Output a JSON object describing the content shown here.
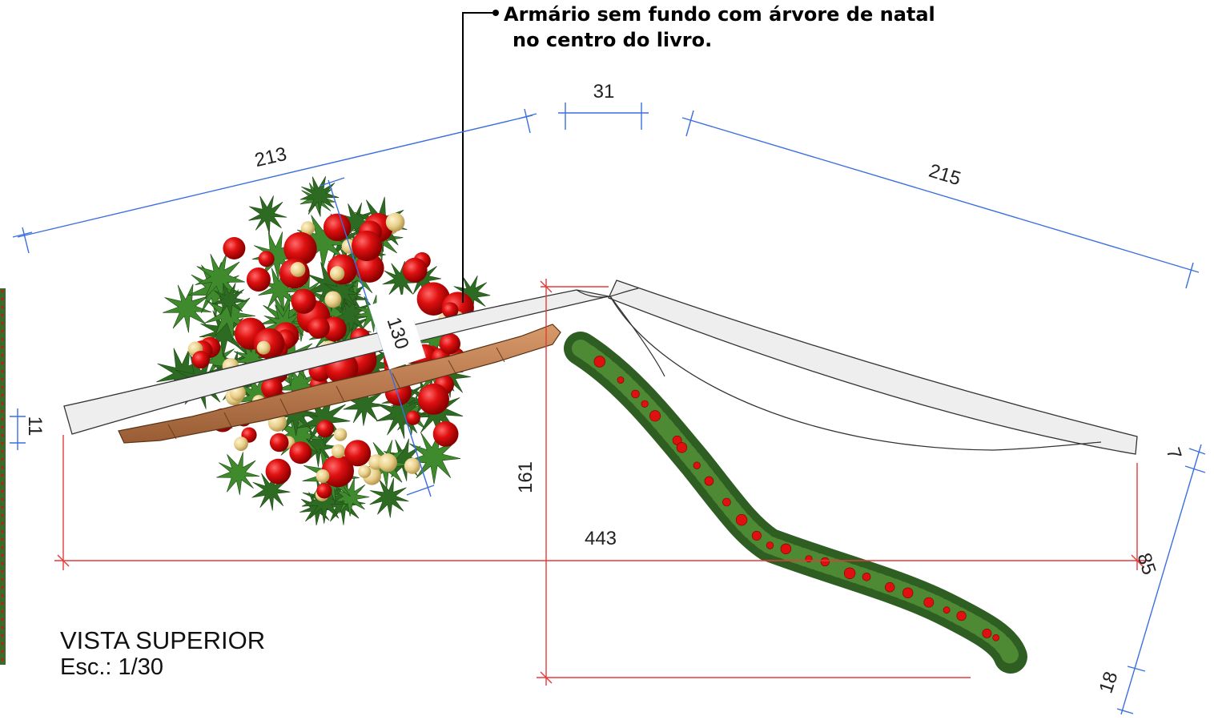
{
  "annotation": {
    "line1": "Armário sem fundo com árvore de natal",
    "line2": "no centro do livro."
  },
  "dimensions": {
    "left_length": "213",
    "gap": "31",
    "right_length": "215",
    "tree_diameter": "130",
    "left_thickness": "11",
    "right_thickness": "7",
    "total_width": "443",
    "depth": "161",
    "right_depth": "85",
    "garland_offset": "18"
  },
  "title": {
    "main": "VISTA SUPERIOR",
    "scale": "Esc.: 1/30"
  },
  "colors": {
    "dimension_blue": "#3b6fe0",
    "dimension_red": "#e33b3b",
    "foliage": "#2e6b22",
    "ornament_red": "#e01010",
    "ornament_gold": "#e8cf8a",
    "shelf": "#eeeeee",
    "wood": "#b87a4e"
  }
}
